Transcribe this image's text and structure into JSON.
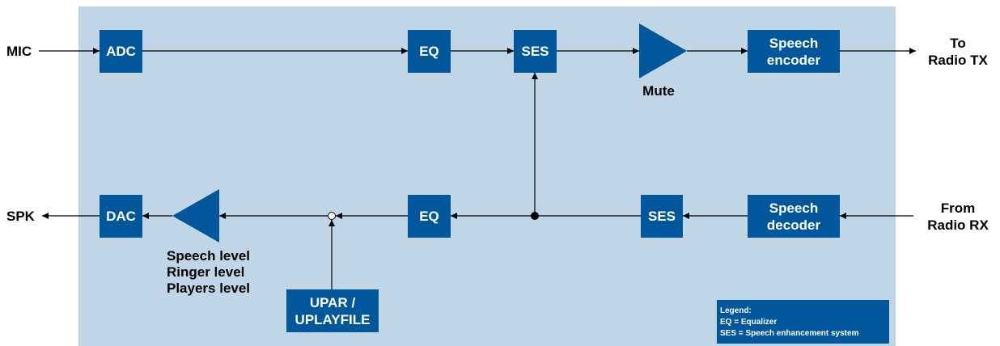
{
  "colors": {
    "background_panel": "#c0d6e6",
    "block_fill": "#01579b",
    "line": "#000000",
    "text_on_block": "#ffffff"
  },
  "blocks": {
    "adc": "ADC",
    "eq_tx": "EQ",
    "ses_tx": "SES",
    "speech_encoder_1": "Speech",
    "speech_encoder_2": "encoder",
    "dac": "DAC",
    "eq_rx": "EQ",
    "ses_rx": "SES",
    "speech_decoder_1": "Speech",
    "speech_decoder_2": "decoder",
    "upar_1": "UPAR /",
    "upar_2": "UPLAYFILE"
  },
  "amplifiers": {
    "mute_label": "Mute",
    "spk_gain_labels": [
      "Speech level",
      "Ringer level",
      "Players level"
    ]
  },
  "external": {
    "mic": "MIC",
    "spk": "SPK",
    "to_radio_tx_1": "To",
    "to_radio_tx_2": "Radio TX",
    "from_radio_rx_1": "From",
    "from_radio_rx_2": "Radio RX"
  },
  "legend": {
    "title": "Legend:",
    "items": [
      "EQ = Equalizer",
      "SES = Speech enhancement system"
    ]
  }
}
